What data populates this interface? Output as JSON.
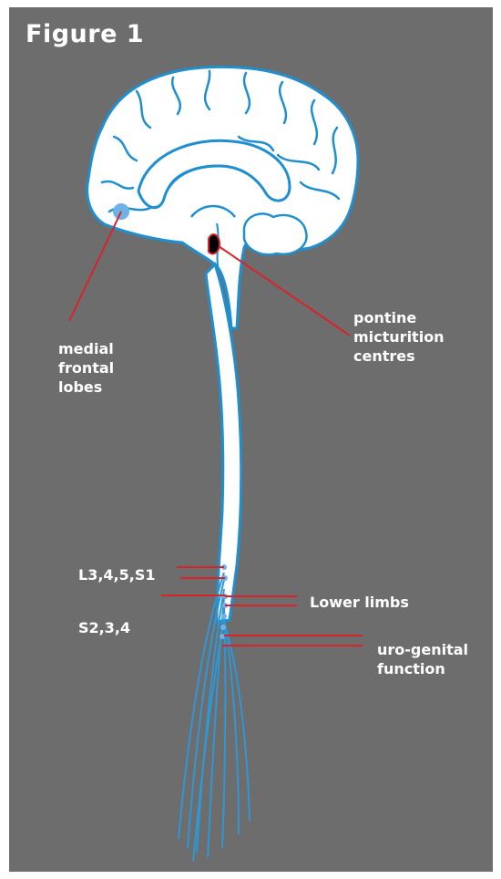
{
  "figure": {
    "title": "Figure 1"
  },
  "labels": {
    "medial_frontal": [
      "medial",
      "frontal",
      "lobes"
    ],
    "pontine": [
      "pontine",
      "micturition",
      "centres"
    ],
    "lumbar_segments": "L3,4,5,S1",
    "sacral_segments": "S2,3,4",
    "lower_limbs": "Lower limbs",
    "urogenital": [
      "uro-genital",
      "function"
    ]
  },
  "colors": {
    "background": "#6d6d6d",
    "brain_fill": "#ffffff",
    "brain_outline": "#1f8fd0",
    "leader_line": "#d8232a",
    "pontine_centre": "#000000",
    "frontal_marker": "#6fb2e6",
    "nerve": "#2e97d6"
  }
}
